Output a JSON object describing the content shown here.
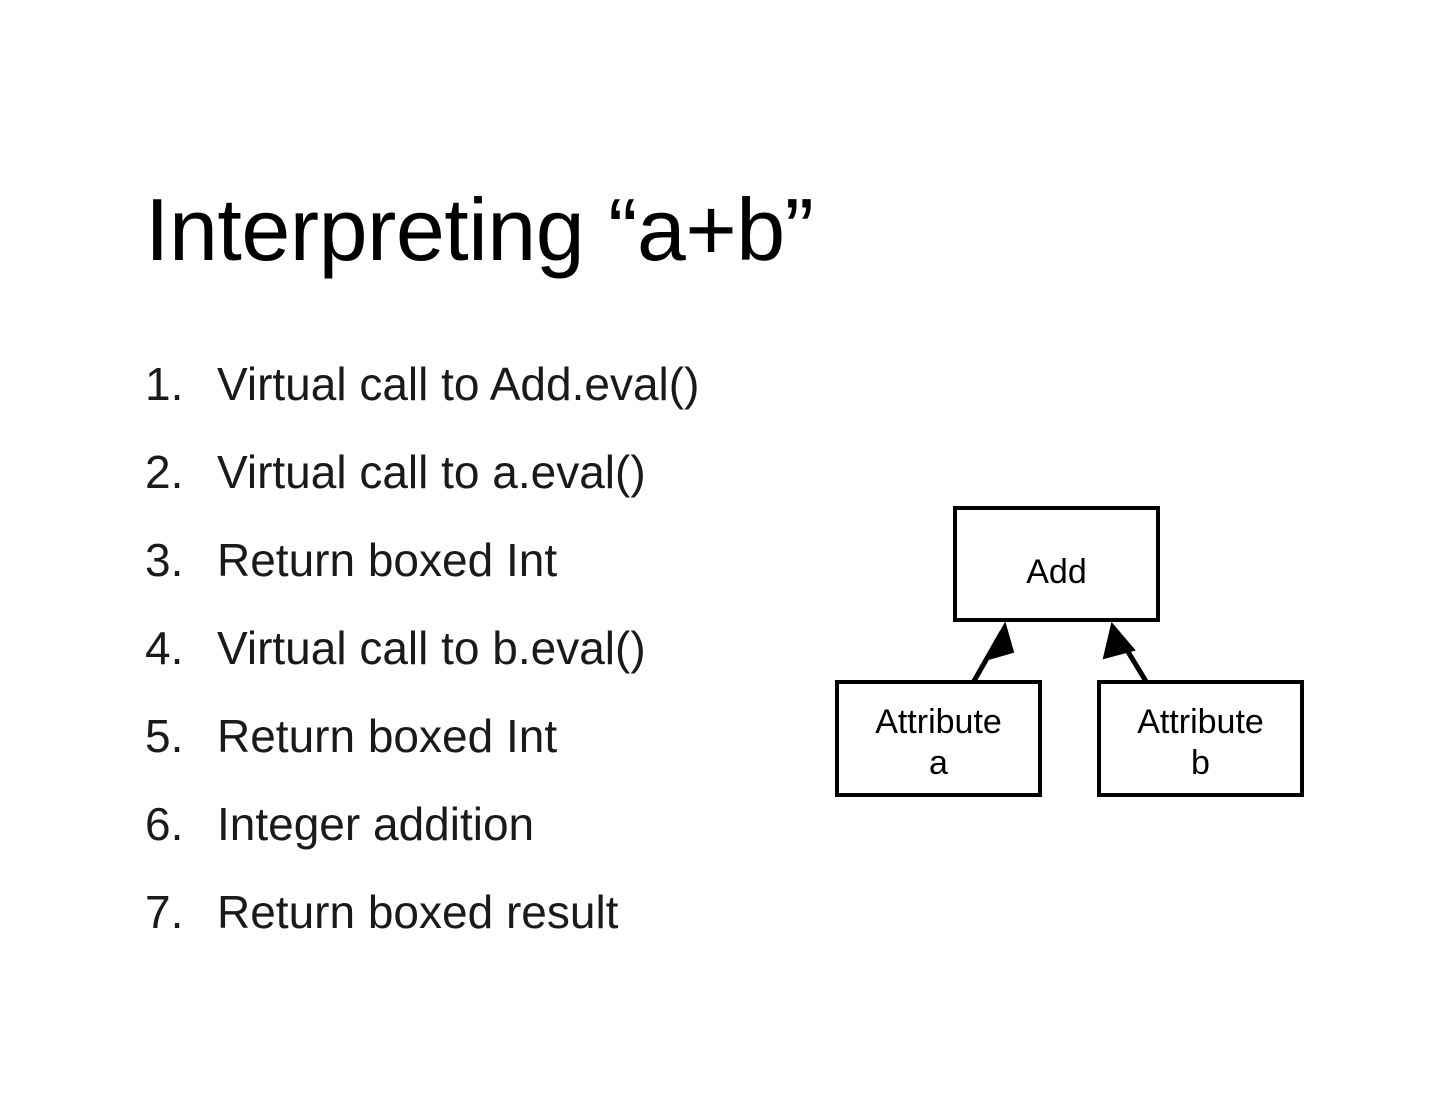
{
  "slide": {
    "title": "Interpreting “a+b”",
    "background_color": "#ffffff",
    "text_color": "#000000"
  },
  "steps": [
    {
      "num": "1.",
      "text": "Virtual call to Add.eval()"
    },
    {
      "num": "2.",
      "text": "Virtual call to a.eval()"
    },
    {
      "num": "3.",
      "text": "Return boxed Int"
    },
    {
      "num": "4.",
      "text": "Virtual call to b.eval()"
    },
    {
      "num": "5.",
      "text": "Return boxed Int"
    },
    {
      "num": "6.",
      "text": "Integer addition"
    },
    {
      "num": "7.",
      "text": "Return boxed result"
    }
  ],
  "diagram": {
    "type": "tree",
    "stroke_color": "#000000",
    "fill_color": "#ffffff",
    "nodes": {
      "add": {
        "label": "Add"
      },
      "attr_a": {
        "label_line1": "Attribute",
        "label_line2": "a"
      },
      "attr_b": {
        "label_line1": "Attribute",
        "label_line2": "b"
      }
    },
    "edges": [
      {
        "from": "attr_a",
        "to": "add",
        "arrowhead": "filled-triangle"
      },
      {
        "from": "attr_b",
        "to": "add",
        "arrowhead": "filled-triangle"
      }
    ]
  }
}
